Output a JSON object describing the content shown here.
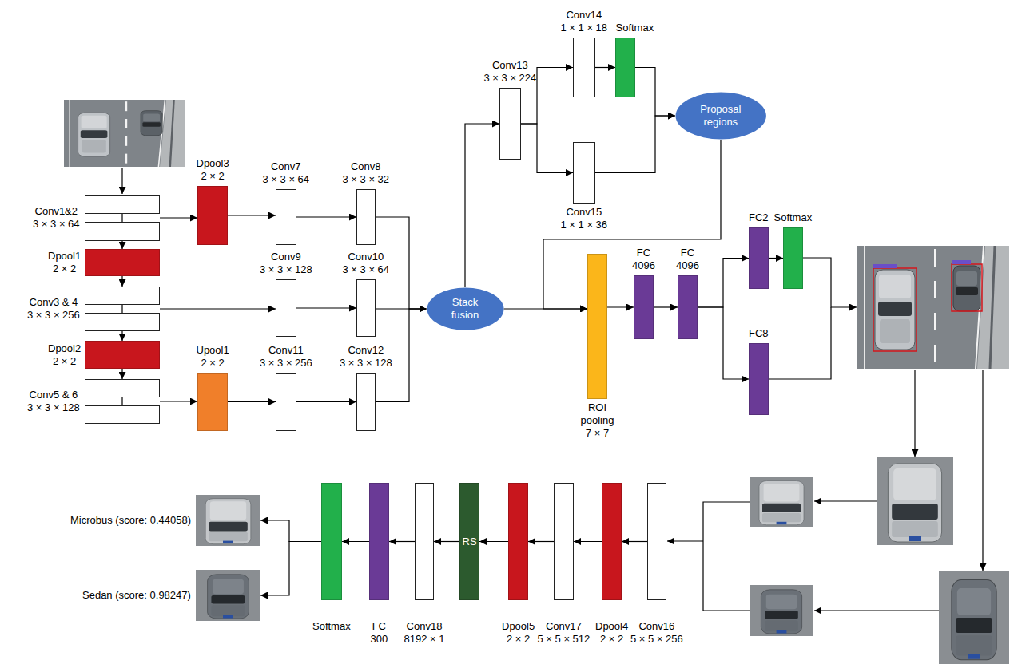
{
  "diagram": {
    "nodes": [
      {
        "text": [
          "Conv1&2",
          "3 × 3 × 64"
        ]
      },
      {
        "text": [
          "Dpool1",
          "2 × 2"
        ]
      },
      {
        "text": [
          "Conv3 & 4",
          "3 × 3 × 256"
        ]
      },
      {
        "text": [
          "Dpool2",
          "2 × 2"
        ]
      },
      {
        "text": [
          "Conv5 & 6",
          "3 × 3 × 128"
        ]
      },
      {
        "text": [
          "Dpool3",
          "2 × 2"
        ]
      },
      {
        "text": [
          "Conv7",
          "3 × 3 × 64"
        ]
      },
      {
        "text": [
          "Conv8",
          "3 × 3 × 32"
        ]
      },
      {
        "text": [
          "Conv9",
          "3 × 3 × 128"
        ]
      },
      {
        "text": [
          "Conv10",
          "3 × 3 × 64"
        ]
      },
      {
        "text": [
          "Upool1",
          "2 × 2"
        ]
      },
      {
        "text": [
          "Conv11",
          "3 × 3 × 256"
        ]
      },
      {
        "text": [
          "Conv12",
          "3 × 3 × 128"
        ]
      },
      {
        "text": [
          "Stack fusion"
        ]
      },
      {
        "text": [
          "Conv13",
          "3 × 3 × 224"
        ]
      },
      {
        "text": [
          "Conv14",
          "1 × 1 × 18"
        ]
      },
      {
        "text": [
          "Softmax"
        ]
      },
      {
        "text": [
          "Conv15",
          "1 × 1 × 36"
        ]
      },
      {
        "text": [
          "Proposal regions"
        ]
      },
      {
        "text": [
          "ROI pooling",
          "7 × 7"
        ]
      },
      {
        "text": [
          "FC",
          "4096"
        ]
      },
      {
        "text": [
          "FC",
          "4096"
        ]
      },
      {
        "text": [
          "FC2"
        ]
      },
      {
        "text": [
          "Softmax"
        ]
      },
      {
        "text": [
          "FC8"
        ]
      },
      {
        "text": [
          "Conv16",
          "5 × 5 × 256"
        ]
      },
      {
        "text": [
          "Dpool4",
          "2 × 2"
        ]
      },
      {
        "text": [
          "Conv17",
          "5 × 5 × 512"
        ]
      },
      {
        "text": [
          "Dpool5",
          "2 × 2"
        ]
      },
      {
        "text": [
          "RS"
        ]
      },
      {
        "text": [
          "Conv18",
          "8192 × 1"
        ]
      },
      {
        "text": [
          "FC",
          "300"
        ]
      },
      {
        "text": [
          "Softmax"
        ]
      },
      {
        "text": [
          "Microbus (score: 0.44058)"
        ]
      },
      {
        "text": [
          "Sedan (score: 0.98247)"
        ]
      }
    ],
    "edges": [
      {
        "from": 0,
        "to": 1,
        "arrow": "to"
      },
      {
        "from": 1,
        "to": 2,
        "arrow": "to"
      },
      {
        "from": 2,
        "to": 3,
        "arrow": "to"
      },
      {
        "from": 3,
        "to": 4,
        "arrow": "to"
      },
      {
        "from": 0,
        "to": 5,
        "arrow": "to"
      },
      {
        "from": 5,
        "to": 6,
        "arrow": "to"
      },
      {
        "from": 6,
        "to": 7,
        "arrow": "to"
      },
      {
        "from": 7,
        "to": 13,
        "arrow": "to"
      },
      {
        "from": 2,
        "to": 8,
        "arrow": "to"
      },
      {
        "from": 8,
        "to": 9,
        "arrow": "to"
      },
      {
        "from": 9,
        "to": 13,
        "arrow": "to"
      },
      {
        "from": 4,
        "to": 10,
        "arrow": "to"
      },
      {
        "from": 10,
        "to": 11,
        "arrow": "to"
      },
      {
        "from": 11,
        "to": 12,
        "arrow": "to"
      },
      {
        "from": 12,
        "to": 13,
        "arrow": "to"
      },
      {
        "from": 13,
        "to": 14,
        "arrow": "to"
      },
      {
        "from": 13,
        "to": 19,
        "arrow": "to"
      },
      {
        "from": 14,
        "to": 15,
        "arrow": "to"
      },
      {
        "from": 14,
        "to": 17,
        "arrow": "to"
      },
      {
        "from": 15,
        "to": 16,
        "arrow": "to"
      },
      {
        "from": 16,
        "to": 18,
        "arrow": "to"
      },
      {
        "from": 17,
        "to": 18,
        "arrow": "to"
      },
      {
        "from": 18,
        "to": 19,
        "arrow": "to"
      },
      {
        "from": 19,
        "to": 20,
        "arrow": "to"
      },
      {
        "from": 20,
        "to": 21,
        "arrow": "to"
      },
      {
        "from": 21,
        "to": 22,
        "arrow": "to"
      },
      {
        "from": 21,
        "to": 24,
        "arrow": "to"
      },
      {
        "from": 22,
        "to": 23,
        "arrow": "to"
      },
      {
        "from": 25,
        "to": 26,
        "arrow": "to"
      },
      {
        "from": 26,
        "to": 27,
        "arrow": "to"
      },
      {
        "from": 27,
        "to": 28,
        "arrow": "to"
      },
      {
        "from": 28,
        "to": 29,
        "arrow": "to"
      },
      {
        "from": 29,
        "to": 30,
        "arrow": "to"
      },
      {
        "from": 30,
        "to": 31,
        "arrow": "to"
      },
      {
        "from": 31,
        "to": 32,
        "arrow": "to"
      },
      {
        "from": 32,
        "to": 33,
        "arrow": "to"
      },
      {
        "from": 32,
        "to": 34,
        "arrow": "to"
      }
    ]
  }
}
